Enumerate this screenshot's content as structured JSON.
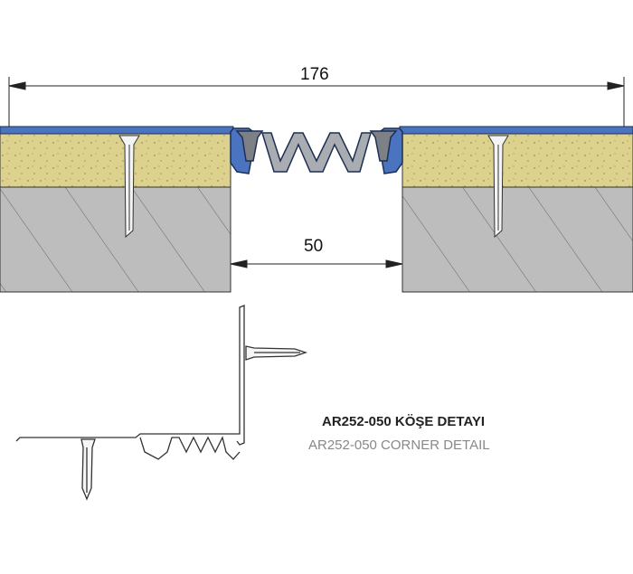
{
  "dimensions": {
    "overall": "176",
    "gap": "50"
  },
  "captions": {
    "title_tr": "AR252-050 KÖŞE DETAYI",
    "title_en": "AR252-050 CORNER DETAIL"
  },
  "colors": {
    "screed": "#d9cf8a",
    "concrete": "#b9b9b9",
    "profile_blue": "#4a74c0",
    "insert_gray": "#9a9ea3"
  }
}
